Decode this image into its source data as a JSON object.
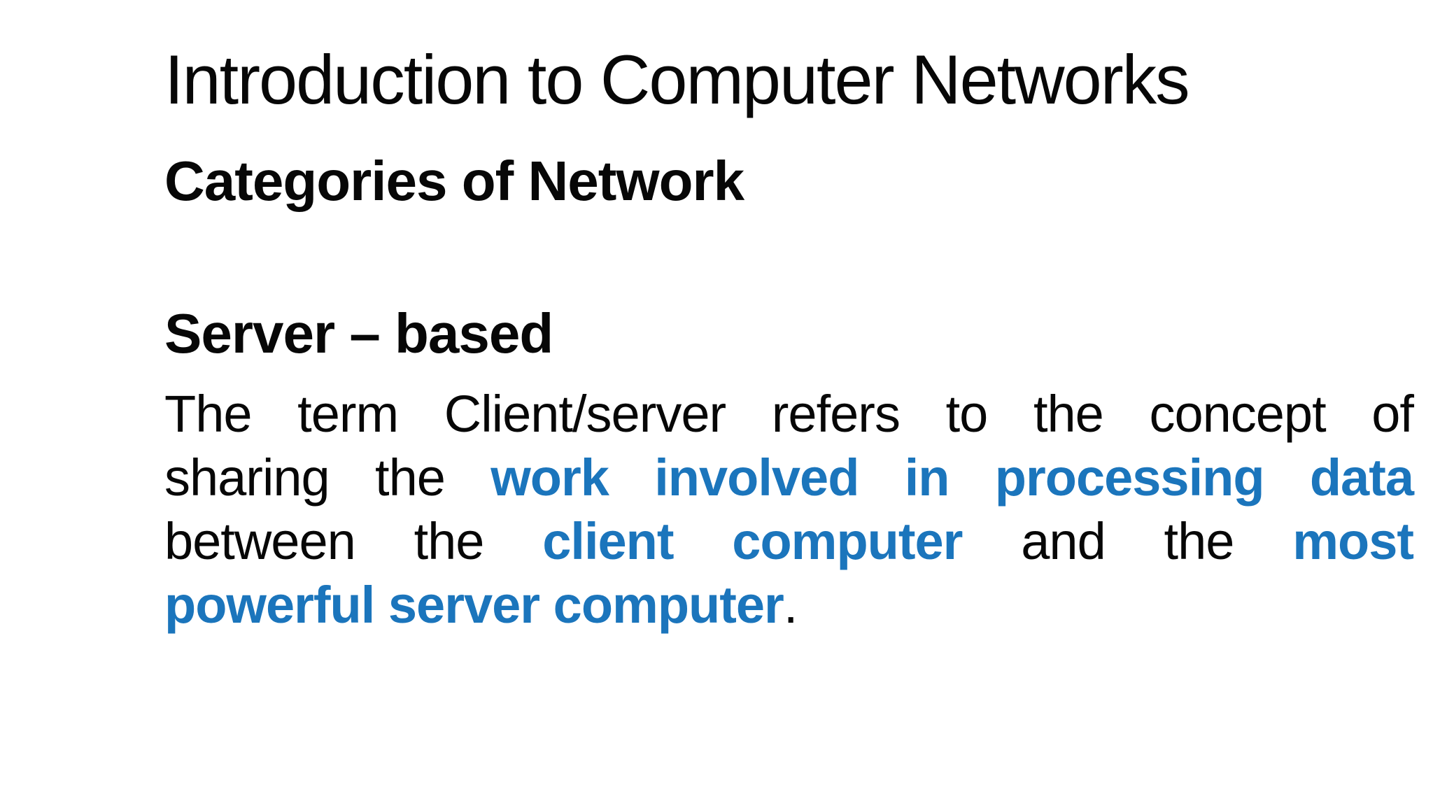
{
  "slide": {
    "title": "Introduction to Computer Networks",
    "section_heading": "Categories of Network",
    "topic_heading": "Server – based",
    "paragraph": {
      "lines": [
        {
          "segments": [
            {
              "text": "The term Client/server refers to the concept of",
              "emphasis": false
            }
          ]
        },
        {
          "segments": [
            {
              "text": "sharing the ",
              "emphasis": false
            },
            {
              "text": "work involved in processing data",
              "emphasis": true
            }
          ]
        },
        {
          "segments": [
            {
              "text": "between the ",
              "emphasis": false
            },
            {
              "text": "client computer",
              "emphasis": true
            },
            {
              "text": " and the ",
              "emphasis": false
            },
            {
              "text": "most",
              "emphasis": true
            }
          ]
        },
        {
          "segments": [
            {
              "text": "powerful server computer",
              "emphasis": true
            },
            {
              "text": ".",
              "emphasis": false
            }
          ]
        }
      ]
    },
    "colors": {
      "text_black": "#070707",
      "emphasis_blue": "#1b75bc",
      "background": "#ffffff"
    }
  }
}
